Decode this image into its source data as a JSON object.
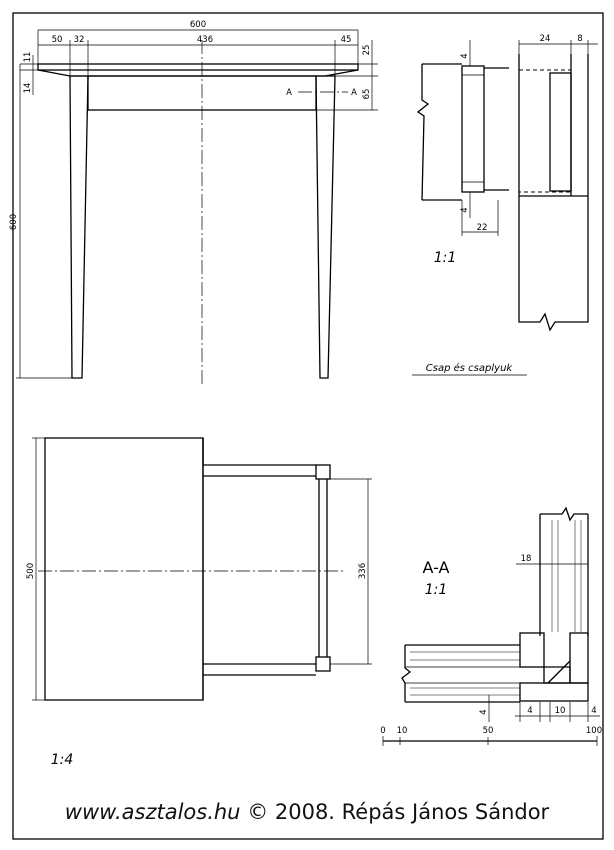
{
  "front_view": {
    "dims": {
      "total_width": "600",
      "w1": "50",
      "w2": "32",
      "w3": "436",
      "w4": "45",
      "h_top1": "11",
      "h_top2": "14",
      "r1": "25",
      "r2": "65",
      "height": "600"
    },
    "section_marker": "A",
    "section_marker_right": "A"
  },
  "detail_joint": {
    "dims": {
      "d4_top": "4",
      "d4_bottom": "4",
      "d22": "22",
      "d24": "24",
      "d8": "8"
    },
    "scale": "1:1",
    "caption": "Csap és csaplyuk"
  },
  "top_view": {
    "dims": {
      "depth": "500",
      "inner": "336"
    },
    "scale": "1:4"
  },
  "section_view": {
    "title": "A-A",
    "scale": "1:1",
    "dims": {
      "d18": "18",
      "b4a": "4",
      "b10": "10",
      "b4b": "4",
      "s4": "4"
    }
  },
  "scale_bar": {
    "labels": [
      "0",
      "10",
      "50",
      "100"
    ]
  },
  "footer": {
    "website": "www.asztalos.hu",
    "copyright": "© 2008. Répás János Sándor"
  }
}
